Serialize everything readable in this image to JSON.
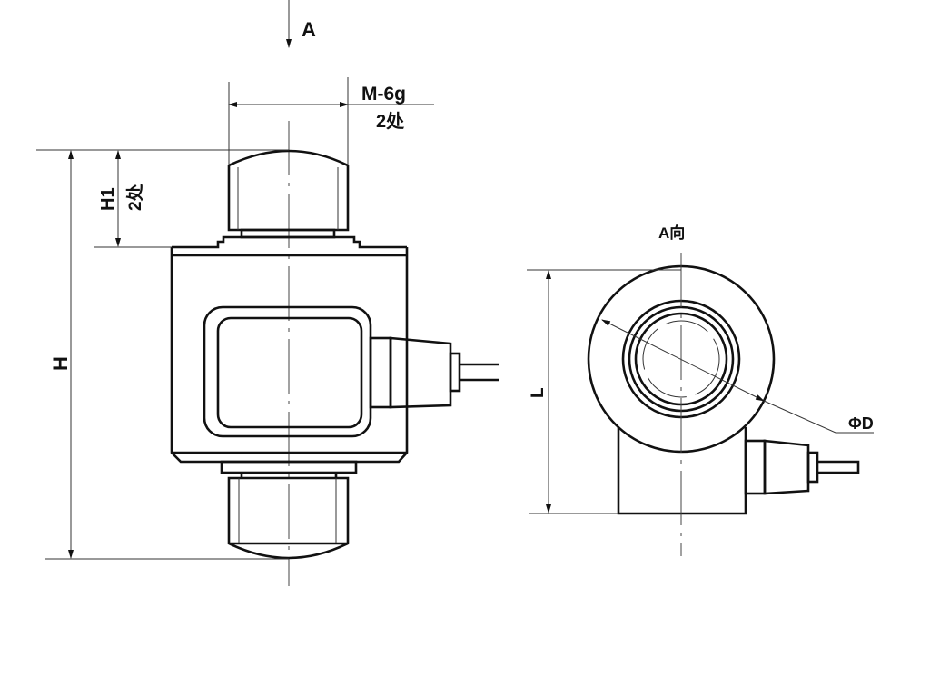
{
  "front_view": {
    "view_arrow_label": "A",
    "thread_label": "M-6g",
    "thread_count_label": "2处",
    "height_label": "H",
    "cap_height_label": "H1",
    "cap_count_label": "2处"
  },
  "side_view": {
    "view_title": "A向",
    "length_label": "L",
    "diameter_label": "ΦD"
  },
  "colors": {
    "line": "#111111",
    "background": "#ffffff"
  }
}
